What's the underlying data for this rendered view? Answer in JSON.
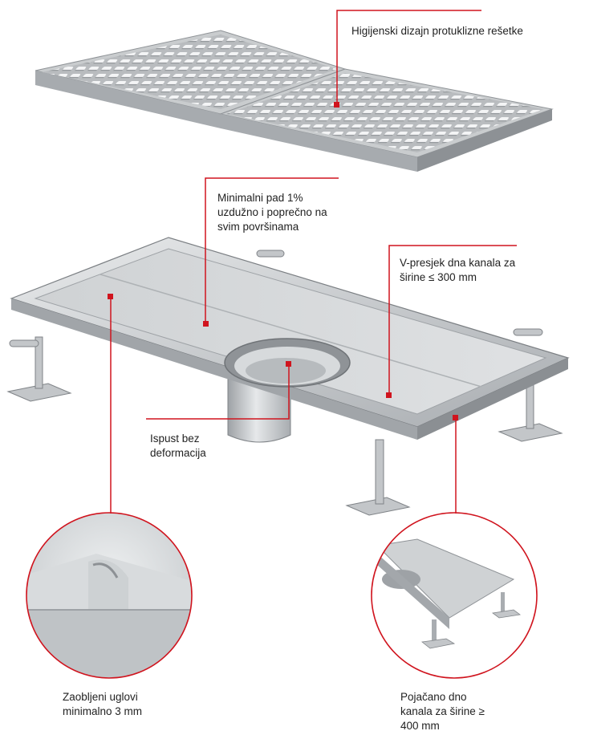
{
  "accent_color": "#d0141e",
  "callouts": {
    "grate": {
      "lines": [
        "Higijenski dizajn protuklizne rešetke"
      ]
    },
    "slope": {
      "lines": [
        "Minimalni pad 1%",
        "uzdužno i poprečno na",
        "svim površinama"
      ]
    },
    "vsection": {
      "lines": [
        "V-presjek dna kanala za",
        "širine ≤ 300 mm"
      ]
    },
    "outlet": {
      "lines": [
        "Ispust bez",
        "deformacija"
      ]
    },
    "corners": {
      "lines": [
        "Zaobljeni uglovi",
        "minimalno 3 mm"
      ]
    },
    "reinforced": {
      "lines": [
        "Pojačano dno",
        "kanala za širine ≥",
        "400 mm"
      ]
    }
  },
  "illustrations": {
    "grate": "stainless-anti-slip-grating",
    "channel": "stainless-drain-channel-with-outlet-and-adjustable-feet",
    "detail_left": "rounded-corner-detail",
    "detail_right": "reinforced-bottom-detail"
  }
}
